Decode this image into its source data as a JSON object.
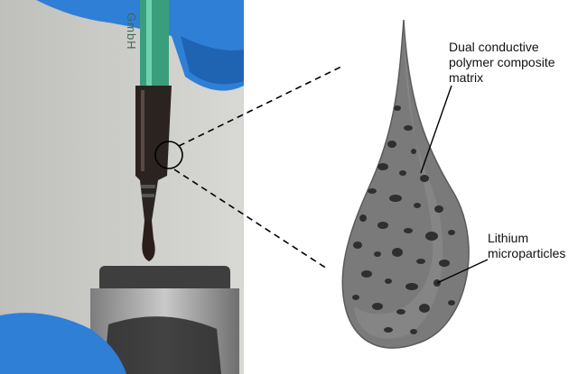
{
  "labels": {
    "matrix": "Dual conductive\npolymer composite\nmatrix",
    "lithium": "Lithium\nmicroparticles",
    "brand_on_pipette": "GmbH"
  },
  "icons": {
    "zoom_marker": "circle-magnifier-icon"
  },
  "colors": {
    "droplet_fill": "#7a7a7a",
    "droplet_outline": "#5a5a5a",
    "particle": "#2f2f2f",
    "glove_blue": "#2f7fd6",
    "pipette_dark": "#2b2320",
    "pipette_green": "#3a9e7d"
  }
}
